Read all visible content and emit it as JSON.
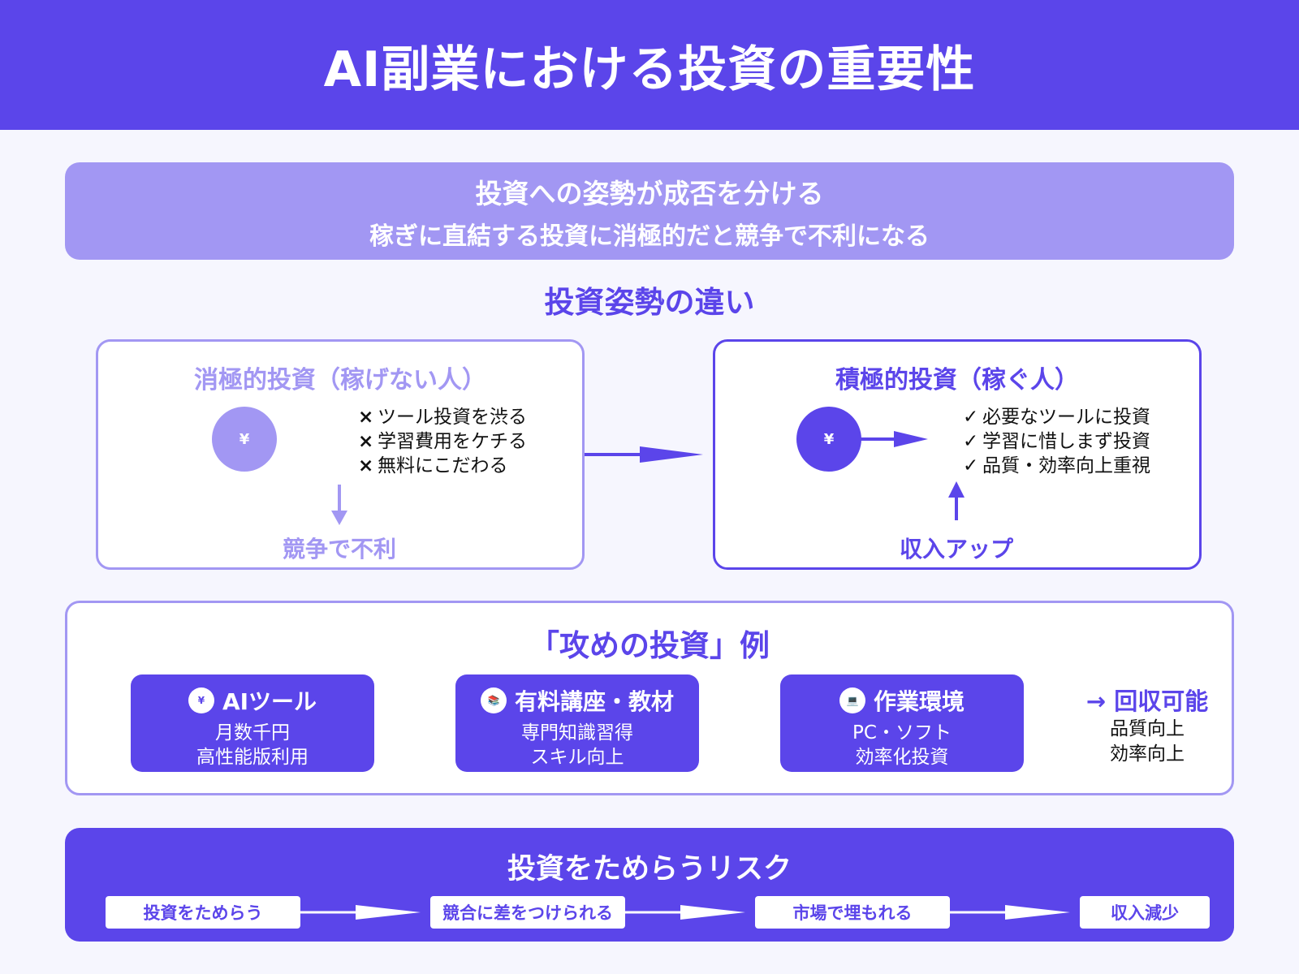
{
  "title": "AI副業における投資の重要性",
  "banner": {
    "line1": "投資への姿勢が成否を分ける",
    "line2": "稼ぎに直結する投資に消極的だと競争で不利になる"
  },
  "comparison": {
    "title": "投資姿勢の違い",
    "negative": {
      "title": "消極的投資（稼げない人）",
      "coin": "¥",
      "bullet_mark": "×",
      "bullets": [
        "ツール投資を渋る",
        "学習費用をケチる",
        "無料にこだわる"
      ],
      "result": "競争で不利"
    },
    "positive": {
      "title": "積極的投資（稼ぐ人）",
      "coin": "¥",
      "bullet_mark": "✓",
      "bullets": [
        "必要なツールに投資",
        "学習に惜しまず投資",
        "品質・効率向上重視"
      ],
      "result": "収入アップ"
    }
  },
  "examples": {
    "title": "「攻めの投資」例",
    "cards": [
      {
        "icon": "yen-icon",
        "icon_glyph": "¥",
        "title": "AIツール",
        "line1": "月数千円",
        "line2": "高性能版利用"
      },
      {
        "icon": "books-icon",
        "icon_glyph": "📚",
        "title": "有料講座・教材",
        "line1": "専門知識習得",
        "line2": "スキル向上"
      },
      {
        "icon": "laptop-icon",
        "icon_glyph": "💻",
        "title": "作業環境",
        "line1": "PC・ソフト",
        "line2": "効率化投資"
      }
    ],
    "outcome": {
      "title": "→ 回収可能",
      "line1": "品質向上",
      "line2": "効率向上"
    }
  },
  "risk": {
    "title": "投資をためらうリスク",
    "steps": [
      "投資をためらう",
      "競合に差をつけられる",
      "市場で埋もれる",
      "収入減少"
    ]
  },
  "colors": {
    "primary": "#5b45ea",
    "light": "#a297f3",
    "background": "#f6f6fe"
  }
}
